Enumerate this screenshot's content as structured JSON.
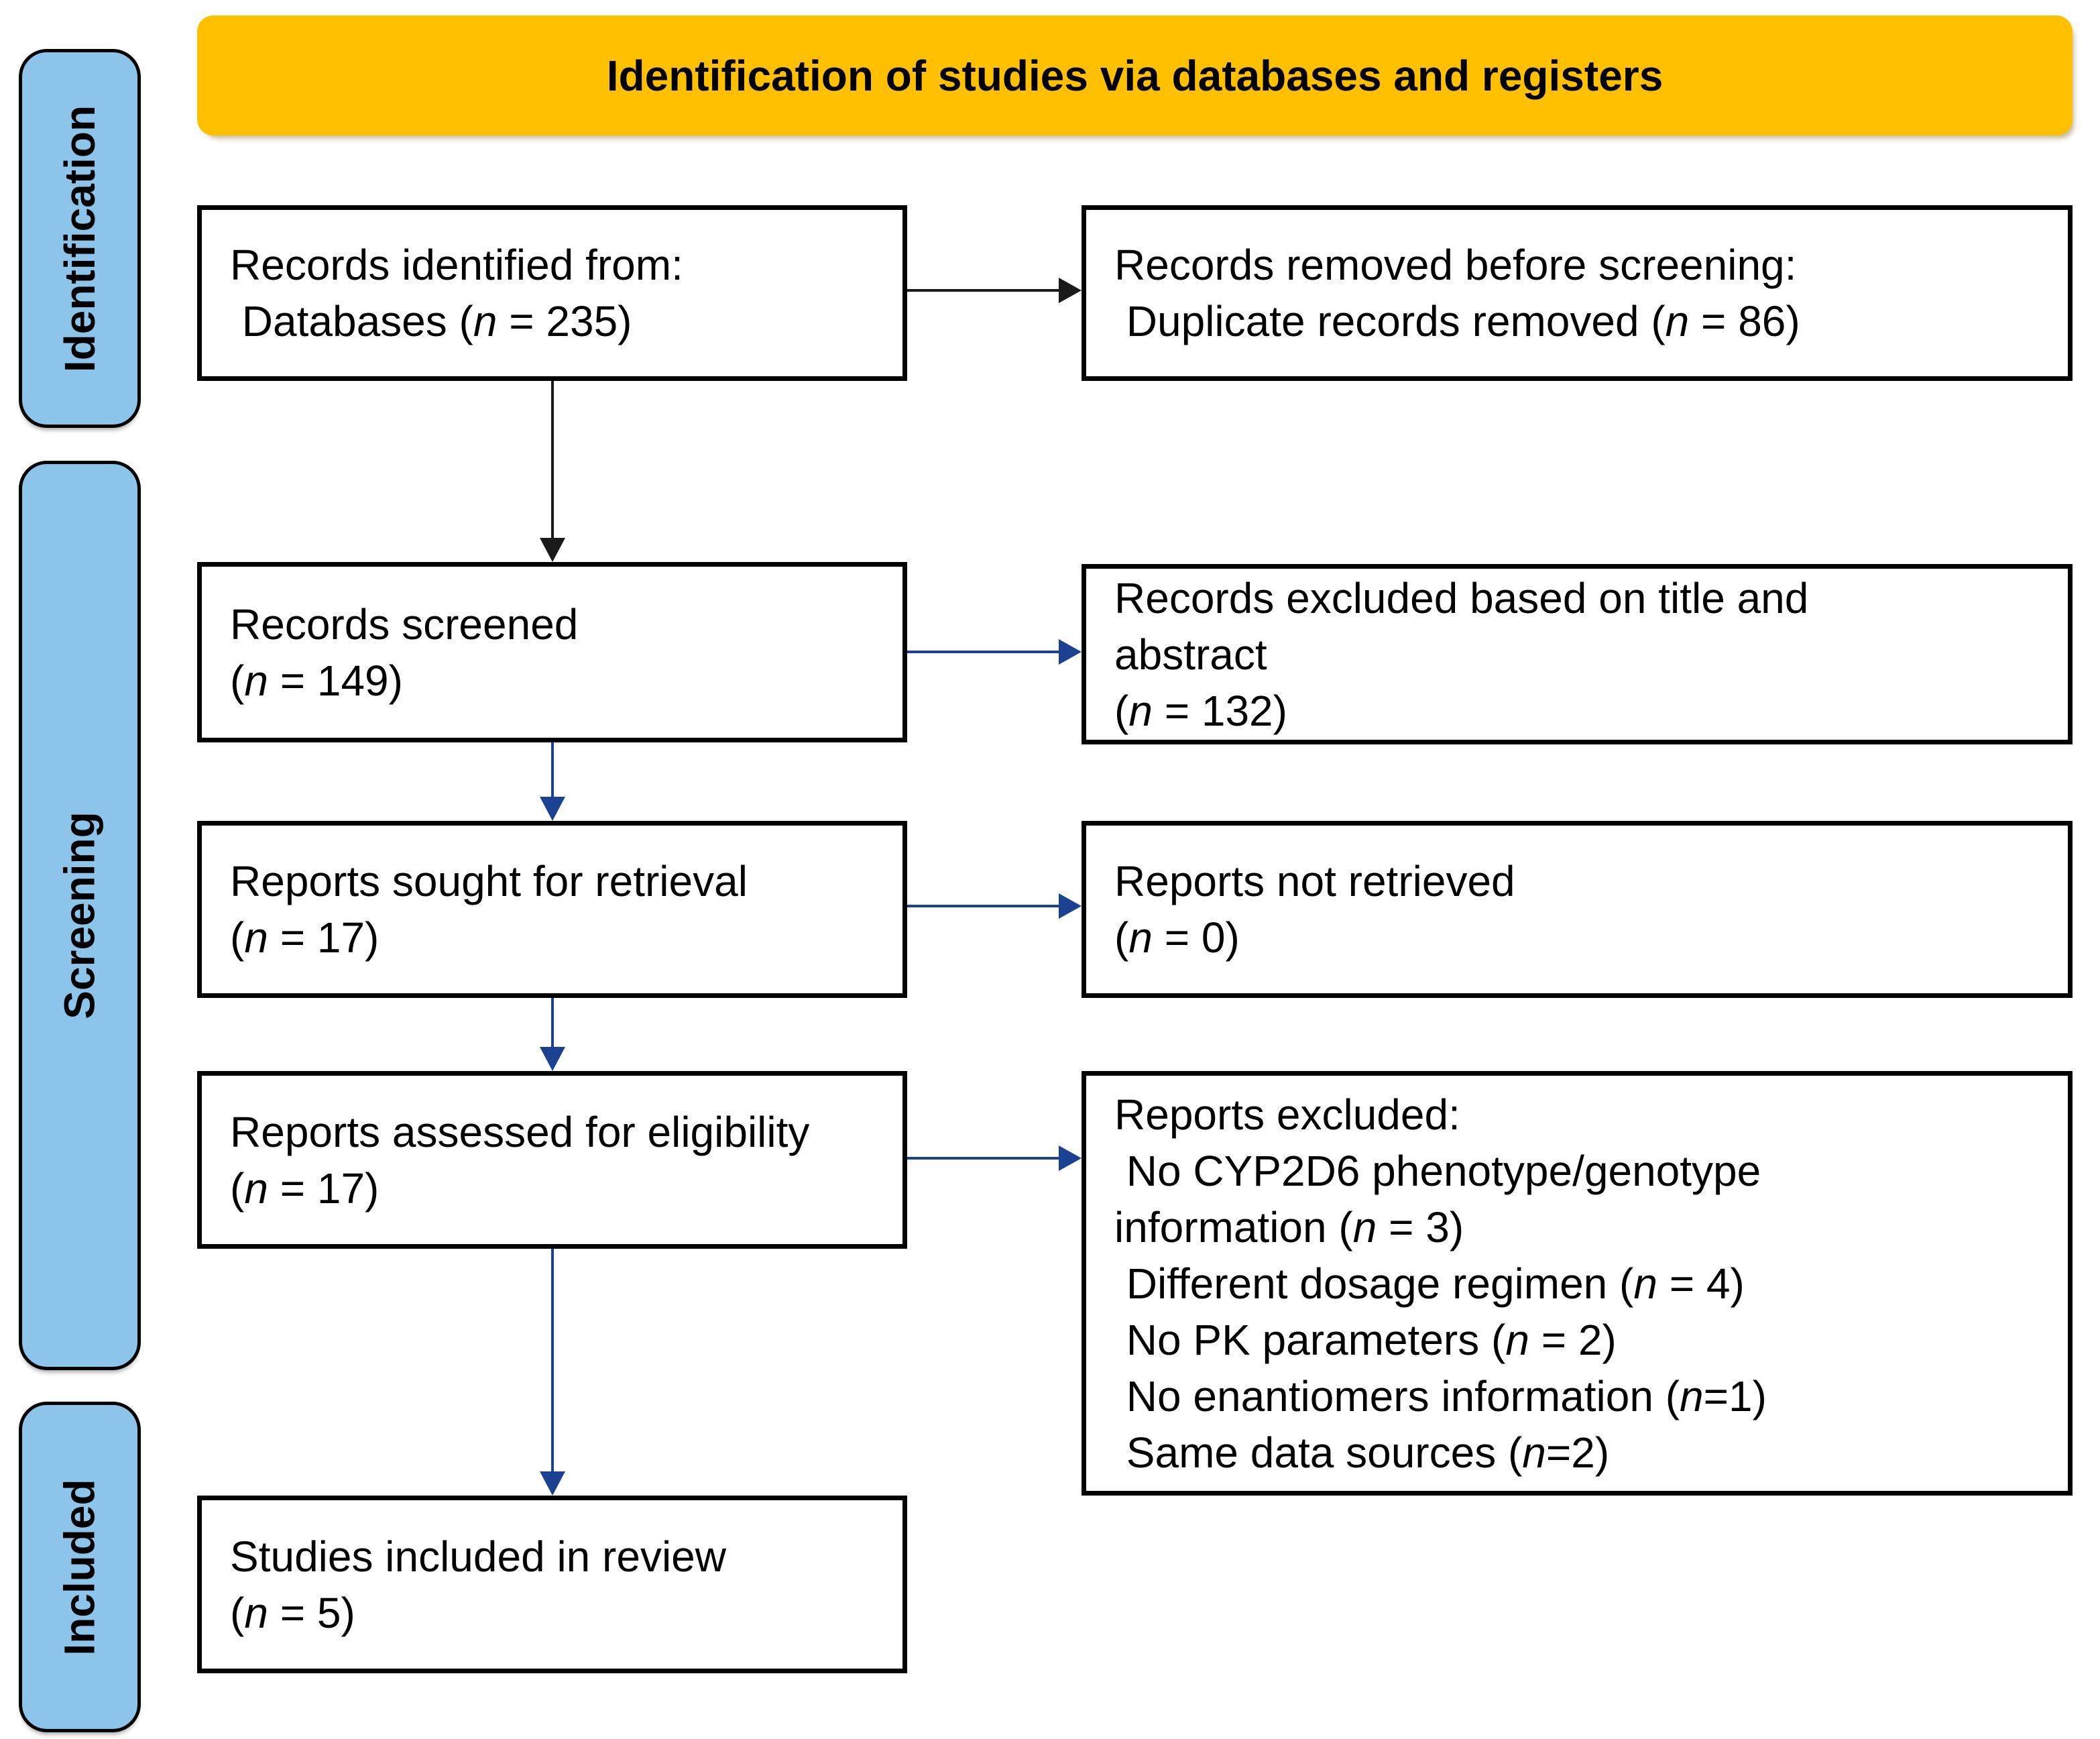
{
  "diagram": {
    "banner": {
      "title": "Identification of studies via databases and registers",
      "bg_color": "#FFC000"
    },
    "side_labels": [
      {
        "label": "Identification"
      },
      {
        "label": "Screening"
      },
      {
        "label": "Included"
      }
    ],
    "colors": {
      "banner_bg": "#FFC000",
      "side_label_fill": "#8CC5E9",
      "box_border": "#000000",
      "arrow_black": "#1A1A1A",
      "arrow_blue": "#1B4193",
      "text": "#000000"
    },
    "boxes": {
      "records_identified": {
        "lines": [
          [
            {
              "t": "Records identified from:"
            }
          ],
          [
            {
              "t": " Databases ("
            },
            {
              "t": "n",
              "i": true
            },
            {
              "t": " = 235)"
            }
          ]
        ]
      },
      "records_removed": {
        "lines": [
          [
            {
              "t": "Records removed before screening:"
            }
          ],
          [
            {
              "t": " Duplicate records removed ("
            },
            {
              "t": "n",
              "i": true
            },
            {
              "t": " = 86)"
            }
          ]
        ]
      },
      "records_screened": {
        "lines": [
          [
            {
              "t": "Records screened"
            }
          ],
          [
            {
              "t": "("
            },
            {
              "t": "n",
              "i": true
            },
            {
              "t": " = 149)"
            }
          ]
        ]
      },
      "records_excluded": {
        "lines": [
          [
            {
              "t": "Records excluded based on title and"
            }
          ],
          [
            {
              "t": "abstract"
            }
          ],
          [
            {
              "t": "("
            },
            {
              "t": "n",
              "i": true
            },
            {
              "t": " = 132)"
            }
          ]
        ]
      },
      "reports_sought": {
        "lines": [
          [
            {
              "t": "Reports sought for retrieval"
            }
          ],
          [
            {
              "t": "("
            },
            {
              "t": "n",
              "i": true
            },
            {
              "t": " = 17)"
            }
          ]
        ]
      },
      "reports_not_retrieved": {
        "lines": [
          [
            {
              "t": "Reports not retrieved"
            }
          ],
          [
            {
              "t": "("
            },
            {
              "t": "n",
              "i": true
            },
            {
              "t": " = 0)"
            }
          ]
        ]
      },
      "reports_assessed": {
        "lines": [
          [
            {
              "t": "Reports assessed for eligibility"
            }
          ],
          [
            {
              "t": "("
            },
            {
              "t": "n",
              "i": true
            },
            {
              "t": " = 17)"
            }
          ]
        ]
      },
      "reports_excluded": {
        "lines": [
          [
            {
              "t": "Reports excluded:"
            }
          ],
          [
            {
              "t": " No CYP2D6 phenotype/genotype"
            }
          ],
          [
            {
              "t": "information ("
            },
            {
              "t": "n",
              "i": true
            },
            {
              "t": " = 3)"
            }
          ],
          [
            {
              "t": " Different dosage regimen ("
            },
            {
              "t": "n",
              "i": true
            },
            {
              "t": " = 4)"
            }
          ],
          [
            {
              "t": " No PK parameters ("
            },
            {
              "t": "n",
              "i": true
            },
            {
              "t": " = 2)"
            }
          ],
          [
            {
              "t": " No enantiomers information ("
            },
            {
              "t": "n",
              "i": true
            },
            {
              "t": "=1)"
            }
          ],
          [
            {
              "t": " Same data sources ("
            },
            {
              "t": "n",
              "i": true
            },
            {
              "t": "=2)"
            }
          ]
        ]
      },
      "studies_included": {
        "lines": [
          [
            {
              "t": "Studies included in review"
            }
          ],
          [
            {
              "t": "("
            },
            {
              "t": "n",
              "i": true
            },
            {
              "t": " = 5)"
            }
          ]
        ]
      }
    }
  }
}
